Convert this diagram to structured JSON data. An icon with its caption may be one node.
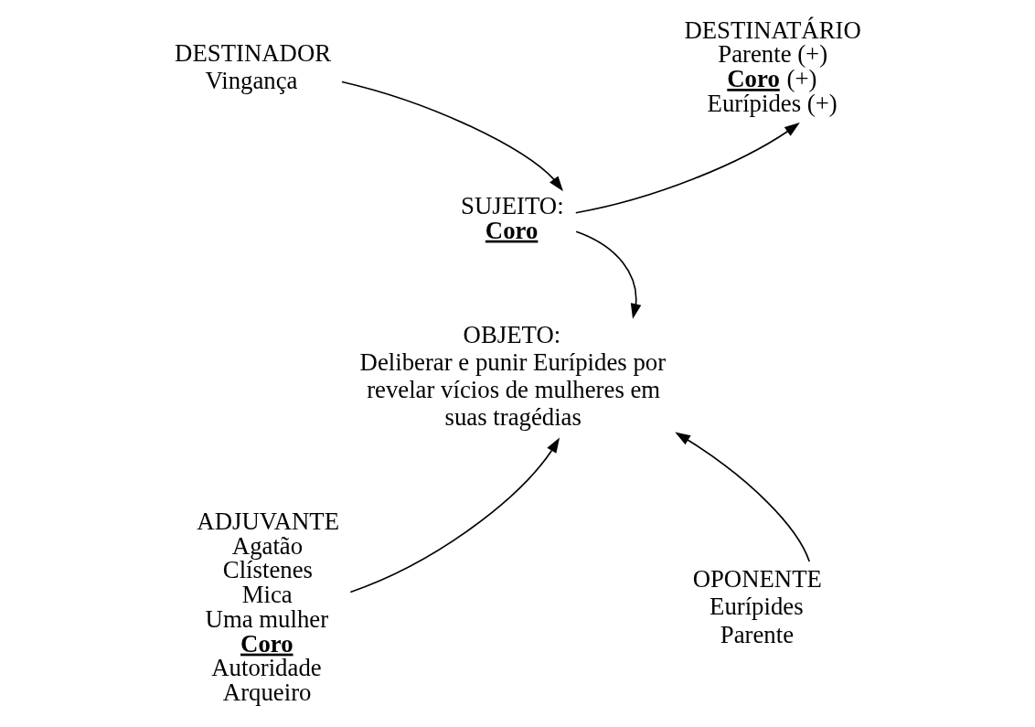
{
  "diagram": {
    "nodes": [
      {
        "text": [
          "DESTINADOR",
          "Vingança"
        ]
      },
      {
        "text": [
          "DESTINATÁRIO",
          "Parente (+)",
          "**Coro** (+)",
          "Eurípides (+)"
        ]
      },
      {
        "text": [
          "SUJEITO:",
          "**Coro**"
        ]
      },
      {
        "text": [
          "OBJETO:",
          "Deliberar e punir Eurípides por revelar vícios de mulheres em suas tragédias"
        ]
      },
      {
        "text": [
          "ADJUVANTE",
          "Agatão",
          "Clístenes",
          "Mica",
          "Uma mulher",
          "**Coro**",
          "Autoridade",
          "Arqueiro"
        ]
      },
      {
        "text": [
          "OPONENTE",
          "Eurípides",
          "Parente"
        ]
      }
    ],
    "edges": [
      {
        "from": 0,
        "to": 2,
        "arrow": "to"
      },
      {
        "from": 2,
        "to": 1,
        "arrow": "to"
      },
      {
        "from": 2,
        "to": 3,
        "arrow": "to"
      },
      {
        "from": 4,
        "to": 3,
        "arrow": "to"
      },
      {
        "from": 5,
        "to": 3,
        "arrow": "to"
      }
    ]
  }
}
